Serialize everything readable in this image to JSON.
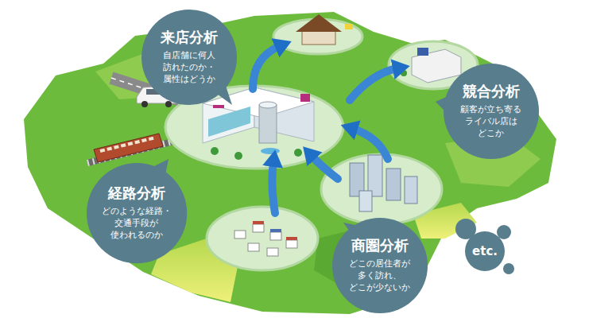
{
  "diagram": {
    "nodes": [
      {
        "text": [
          "来店分析",
          "自店舗に何人 訪れたのか・ 属性はどうか"
        ]
      },
      {
        "text": [
          "競合分析",
          "顧客が立ち寄る ライバル店は どこか"
        ]
      },
      {
        "text": [
          "経路分析",
          "どのような経路・ 交通手段が 使われるのか"
        ]
      },
      {
        "text": [
          "商圏分析",
          "どこの居住者が 多く訪れ、 どこが少ないか"
        ]
      },
      {
        "text": [
          "etc."
        ]
      }
    ]
  }
}
